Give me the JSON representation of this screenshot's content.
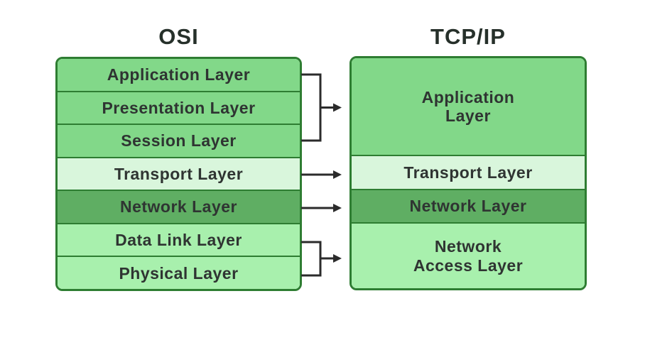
{
  "titles": {
    "osi": "OSI",
    "tcpip": "TCP/IP"
  },
  "osi": {
    "layers": [
      {
        "label": "Application Layer"
      },
      {
        "label": "Presentation Layer"
      },
      {
        "label": "Session Layer"
      },
      {
        "label": "Transport Layer"
      },
      {
        "label": "Network Layer"
      },
      {
        "label": "Data Link Layer"
      },
      {
        "label": "Physical Layer"
      }
    ]
  },
  "tcpip": {
    "layers": [
      {
        "label": "Application\nLayer"
      },
      {
        "label": "Transport Layer"
      },
      {
        "label": "Network Layer"
      },
      {
        "label": "Network\nAccess Layer"
      }
    ]
  },
  "mappings": [
    {
      "from": [
        "Application Layer",
        "Presentation Layer",
        "Session Layer"
      ],
      "to": "Application Layer"
    },
    {
      "from": [
        "Transport Layer"
      ],
      "to": "Transport Layer"
    },
    {
      "from": [
        "Network Layer"
      ],
      "to": "Network Layer"
    },
    {
      "from": [
        "Data Link Layer",
        "Physical Layer"
      ],
      "to": "Network Access Layer"
    }
  ],
  "colors": {
    "row_medium_green": "#82D889",
    "row_pale_green": "#D9F6DC",
    "row_dark_green": "#5FAE63",
    "row_light_green": "#A8F0AD",
    "box_border_green": "#2E7D32",
    "connector_stroke": "#2B2B2B",
    "text_dark": "#2F3432",
    "title_dark": "#26302A",
    "background": "#FFFFFF"
  }
}
